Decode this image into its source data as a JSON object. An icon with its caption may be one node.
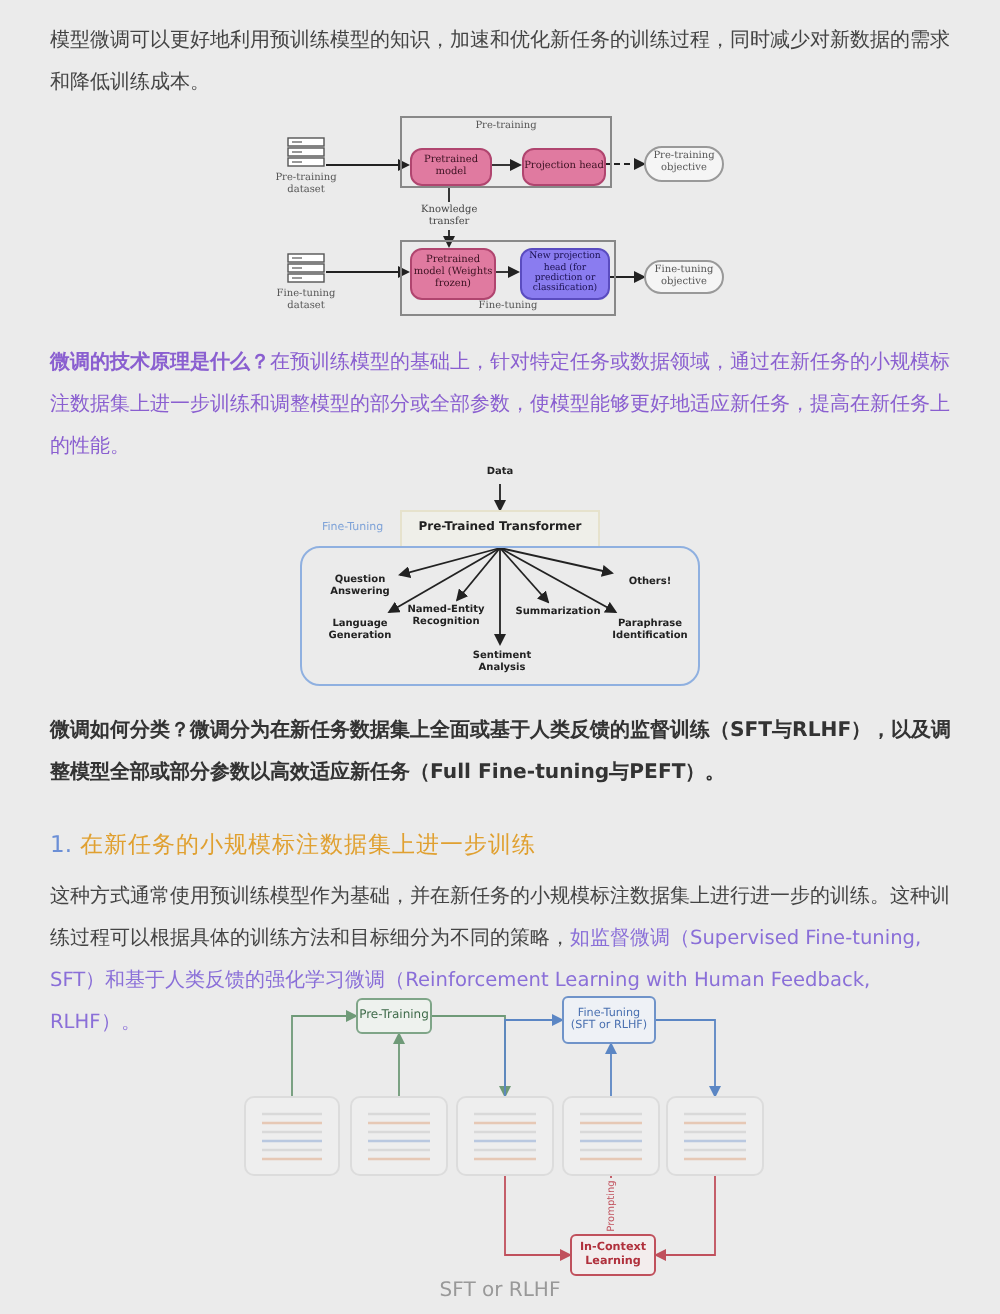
{
  "diagram": {
    "caption": "SFT or RLHF",
    "nodes": [
      {
        "text": [
          "Pre-training"
        ]
      },
      {
        "text": [
          "Pretrained model"
        ],
        "in": 0
      },
      {
        "text": [
          "Projection head"
        ],
        "in": 0
      },
      {
        "text": [
          "Pre-training dataset"
        ]
      },
      {
        "text": [
          "Pre-training objective"
        ]
      },
      {
        "text": [
          "Fine-tuning"
        ]
      },
      {
        "text": [
          "Pretrained model (Weights frozen)"
        ],
        "in": 5
      },
      {
        "text": [
          "New projection head (for prediction or classification)"
        ],
        "in": 5
      },
      {
        "text": [
          "Fine-tuning dataset"
        ]
      },
      {
        "text": [
          "Fine-tuning objective"
        ]
      },
      {
        "text": [
          "Data"
        ]
      },
      {
        "text": [
          "Pre-Trained Transformer"
        ]
      },
      {
        "text": [
          "Fine-Tuning"
        ]
      },
      {
        "text": [
          "Question Answering"
        ],
        "in": 12
      },
      {
        "text": [
          "Language Generation"
        ],
        "in": 12
      },
      {
        "text": [
          "Named-Entity Recognition"
        ],
        "in": 12
      },
      {
        "text": [
          "Sentiment Analysis"
        ],
        "in": 12
      },
      {
        "text": [
          "Summarization"
        ],
        "in": 12
      },
      {
        "text": [
          "Paraphrase Identification"
        ],
        "in": 12
      },
      {
        "text": [
          "Others!"
        ],
        "in": 12
      },
      {
        "text": [
          "Pre-Training"
        ]
      },
      {
        "text": [
          "Fine-Tuning (SFT or RLHF)"
        ]
      },
      {
        "text": [],
        "shape": "box"
      },
      {
        "text": [],
        "shape": "box"
      },
      {
        "text": [],
        "shape": "box"
      },
      {
        "text": [],
        "shape": "box"
      },
      {
        "text": [],
        "shape": "box"
      },
      {
        "text": [
          "In-Context Learning"
        ]
      }
    ],
    "edges": [
      {
        "from": 3,
        "to": 1,
        "arrow": "to"
      },
      {
        "from": 1,
        "to": 2,
        "arrow": "to"
      },
      {
        "from": 2,
        "to": 4,
        "arrow": "to",
        "style": "dashed"
      },
      {
        "from": 1,
        "to": 6,
        "arrow": "to",
        "label": "Knowledge transfer"
      },
      {
        "from": 8,
        "to": 6,
        "arrow": "to"
      },
      {
        "from": 6,
        "to": 7,
        "arrow": "to"
      },
      {
        "from": 7,
        "to": 9,
        "arrow": "to"
      },
      {
        "from": 10,
        "to": 11,
        "arrow": "to"
      },
      {
        "from": 11,
        "to": 13,
        "arrow": "to"
      },
      {
        "from": 11,
        "to": 14,
        "arrow": "to"
      },
      {
        "from": 11,
        "to": 15,
        "arrow": "to"
      },
      {
        "from": 11,
        "to": 16,
        "arrow": "to"
      },
      {
        "from": 11,
        "to": 17,
        "arrow": "to"
      },
      {
        "from": 11,
        "to": 18,
        "arrow": "to"
      },
      {
        "from": 11,
        "to": 19,
        "arrow": "to"
      },
      {
        "from": 22,
        "to": 20,
        "arrow": "to",
        "color": "#6f9a78"
      },
      {
        "from": 23,
        "to": 20,
        "arrow": "to",
        "color": "#6f9a78"
      },
      {
        "from": 20,
        "to": 24,
        "arrow": "to",
        "color": "#6f9a78"
      },
      {
        "from": 24,
        "to": 21,
        "arrow": "to",
        "color": "#5b86c4"
      },
      {
        "from": 25,
        "to": 21,
        "arrow": "to",
        "color": "#5b86c4"
      },
      {
        "from": 21,
        "to": 26,
        "arrow": "to",
        "color": "#5b86c4"
      },
      {
        "from": 24,
        "to": 27,
        "arrow": "to",
        "color": "#c0505c"
      },
      {
        "from": 25,
        "to": 27,
        "arrow": "to",
        "color": "#c0505c",
        "label": "Prompting"
      },
      {
        "from": 26,
        "to": 27,
        "arrow": "to",
        "color": "#c0505c"
      }
    ],
    "labels": [
      "模型微调可以更好地利用预训练模型的知识，加速和优化新任务的训练过程，同时减少对新数据的需求和降低训练成本。",
      "**微调的技术原理是什么？**在预训练模型的基础上，针对特定任务或数据领域，通过在新任务的小规模标注数据集上进一步训练和调整模型的部分或全部参数，使模型能够更好地适应新任务，提高在新任务上的性能。",
      "**微调如何分类？**微调分为在新任务数据集上全面或基于人类反馈的监督训练（SFT与RLHF），以及调整模型全部或部分参数以高效适应新任务（Full Fine-tuning与PEFT）。",
      "1.",
      "在新任务的小规模标注数据集上进一步训练",
      "这种方式通常使用预训练模型作为基础，并在新任务的小规模标注数据集上进行进一步的训练。这种训练过程可以根据具体的训练方法和目标细分为不同的策略，*如监督微调（Supervised Fine-tuning, SFT）和基于人类反馈的强化学习微调（Reinforcement Learning with Human Feedback, RLHF）。*"
    ]
  }
}
